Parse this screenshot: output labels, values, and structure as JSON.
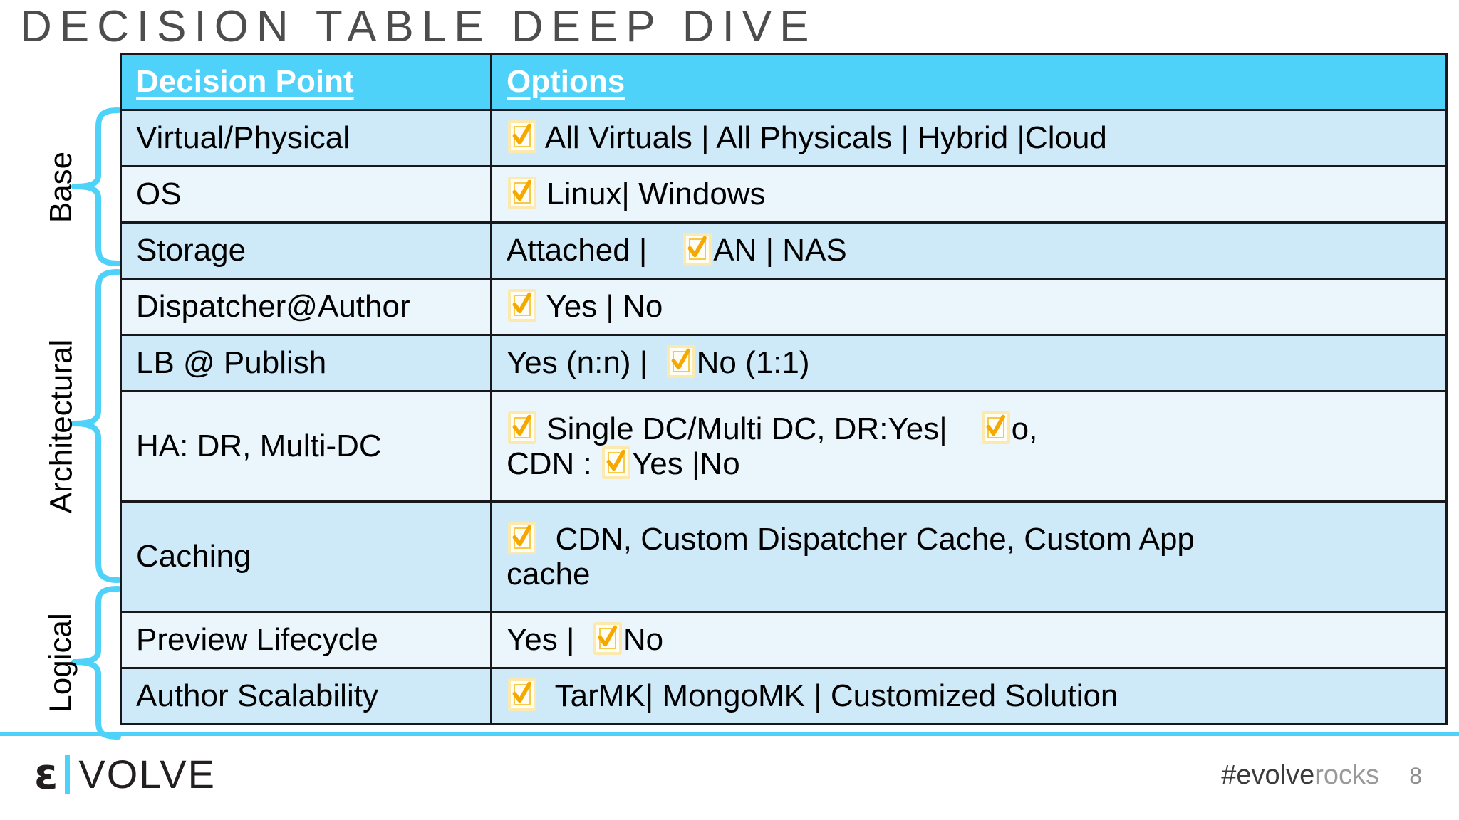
{
  "slide": {
    "title": "DECISION TABLE DEEP DIVE",
    "page_number": "8"
  },
  "colors": {
    "accent_cyan": "#4FD2F9",
    "header_bg": "#4FD2F9",
    "row_shade_dark": "#CEEAF8",
    "row_shade_light": "#EAF6FC",
    "checkbox_check": "#F5A800",
    "checkbox_border": "#FCE9B0",
    "title_gray": "#4D4D4D"
  },
  "categories": [
    {
      "label": "Base",
      "rows": 3
    },
    {
      "label": "Architectural",
      "rows": 4
    },
    {
      "label": "Logical",
      "rows": 2
    }
  ],
  "table": {
    "headers": [
      "Decision Point",
      "Options"
    ],
    "rows": [
      {
        "decision_point": "Virtual/Physical",
        "options_before": "",
        "checkbox": true,
        "options_after": " All Virtuals | All Physicals | Hybrid |Cloud",
        "line2": ""
      },
      {
        "decision_point": "OS",
        "options_before": "",
        "checkbox": true,
        "options_after": " Linux| Windows",
        "line2": ""
      },
      {
        "decision_point": "Storage",
        "options_before": "Attached |    ",
        "checkbox": true,
        "options_after": "AN | NAS",
        "line2": ""
      },
      {
        "decision_point": "Dispatcher@Author",
        "options_before": "",
        "checkbox": true,
        "options_after": " Yes | No",
        "line2": ""
      },
      {
        "decision_point": "LB @ Publish",
        "options_before": "Yes (n:n) |  ",
        "checkbox": true,
        "options_after": "No (1:1)",
        "line2": ""
      },
      {
        "decision_point": "HA: DR, Multi-DC",
        "options_before": "",
        "checkbox": true,
        "options_after": " Single DC/Multi DC, DR:Yes|",
        "mid_checkbox": true,
        "options_tail": "o,",
        "line2_before": "CDN : ",
        "line2_checkbox": true,
        "line2_after": "Yes |No"
      },
      {
        "decision_point": "Caching",
        "options_before": "",
        "checkbox": true,
        "options_after": "  CDN, Custom Dispatcher Cache, Custom App",
        "line2_plain": "cache"
      },
      {
        "decision_point": "Preview Lifecycle",
        "options_before": "Yes |  ",
        "checkbox": true,
        "options_after": "No",
        "line2": ""
      },
      {
        "decision_point": "Author Scalability",
        "options_before": "",
        "checkbox": true,
        "options_after": "  TarMK| MongoMK | Customized Solution",
        "line2": ""
      }
    ]
  },
  "footer": {
    "logo_epsilon": "ɛ",
    "logo_wordmark": "VOLVE",
    "hashtag_dark": "#evolve",
    "hashtag_light": "rocks"
  }
}
